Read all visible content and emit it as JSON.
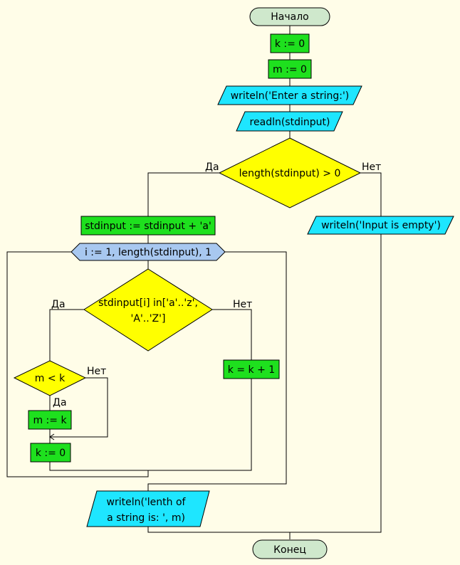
{
  "nodes": {
    "start": "Начало",
    "k_init": "k := 0",
    "m_init": "m := 0",
    "prompt": "writeln('Enter a string:')",
    "read": "readln(stdinput)",
    "check_len": "length(stdinput) > 0",
    "append": "stdinput := stdinput + 'a'",
    "empty_msg": "writeln('Input is empty')",
    "loop": "i := 1, length(stdinput), 1",
    "is_letter_line1": "stdinput[i] in['a'..'z',",
    "is_letter_line2": "'A'..'Z']",
    "inc_k": "k = k + 1",
    "cmp": "m < k",
    "assign_m": "m := k",
    "reset_k": "k := 0",
    "result_line1": "writeln('lenth of",
    "result_line2": "a string is: ', m)",
    "end": "Конец"
  },
  "branch_labels": {
    "check_yes": "Да",
    "check_no": "Нет",
    "letter_yes": "Да",
    "letter_no": "Нет",
    "cmp_yes": "Да",
    "cmp_no": "Нет"
  },
  "colors": {
    "background": "#fffde8",
    "terminator": "#cfe8cc",
    "process": "#1ee01e",
    "io": "#1ee6ff",
    "decision": "#ffff00",
    "loop": "#a8c8f0"
  }
}
